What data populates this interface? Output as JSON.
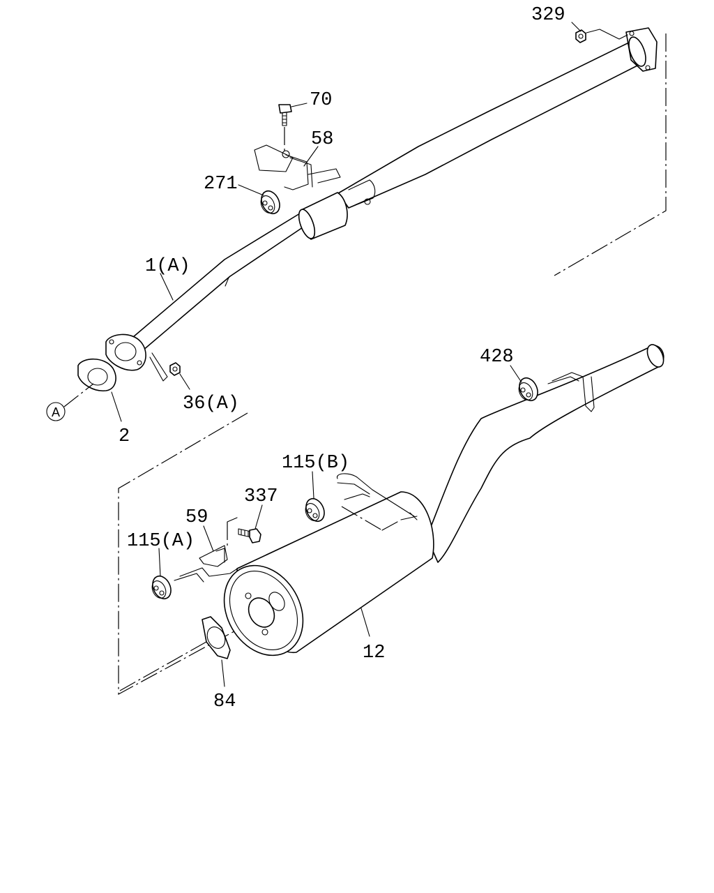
{
  "labels": {
    "p329": "329",
    "p70": "70",
    "p58": "58",
    "p271": "271",
    "p1a": "1(A)",
    "p36a": "36(A)",
    "p2": "2",
    "ref_a": "A",
    "p428": "428",
    "p115b": "115(B)",
    "p337": "337",
    "p59": "59",
    "p115a": "115(A)",
    "p12": "12",
    "p84": "84"
  }
}
